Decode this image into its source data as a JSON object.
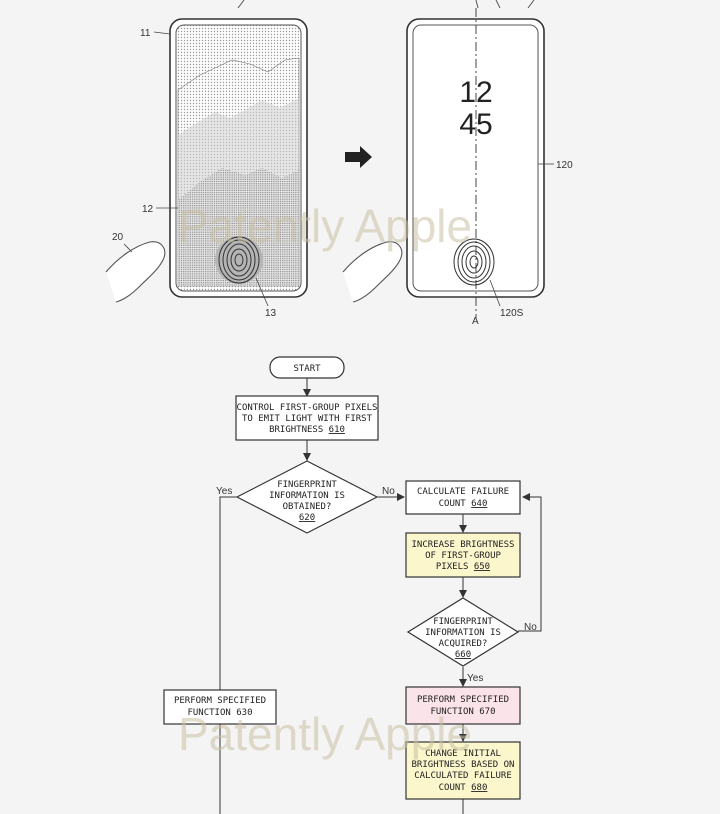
{
  "figure": {
    "left_phone": {
      "refs": {
        "device": "11",
        "screen": "12",
        "sensor": "13",
        "finger": "20"
      }
    },
    "right_phone": {
      "clock": {
        "hour": "12",
        "minute": "45"
      },
      "refs": {
        "screen": "120",
        "sensor": "120S",
        "axis": "A"
      }
    }
  },
  "watermark": "Patently Apple",
  "flowchart": {
    "start": "START",
    "step_610": {
      "lines": [
        "CONTROL FIRST-GROUP PIXELS",
        "TO EMIT LIGHT WITH FIRST"
      ],
      "last": "BRIGHTNESS",
      "ref": "610"
    },
    "decision_620": {
      "lines": [
        "FINGERPRINT",
        "INFORMATION IS",
        "OBTAINED?"
      ],
      "ref": "620"
    },
    "step_640": {
      "line": "CALCULATE FAILURE",
      "last": "COUNT",
      "ref": "640"
    },
    "step_650": {
      "lines": [
        "INCREASE BRIGHTNESS",
        "OF FIRST-GROUP"
      ],
      "last": "PIXELS",
      "ref": "650",
      "fill": "#fbf6cc"
    },
    "decision_660": {
      "lines": [
        "FINGERPRINT",
        "INFORMATION IS",
        "ACQUIRED?"
      ],
      "ref": "660"
    },
    "step_630": {
      "line": "PERFORM SPECIFIED",
      "last": "FUNCTION",
      "ref": "630"
    },
    "step_670": {
      "line": "PERFORM SPECIFIED",
      "last": "FUNCTION",
      "ref": "670",
      "fill": "#fbe3ea"
    },
    "step_680": {
      "lines": [
        "CHANGE INITIAL",
        "BRIGHTNESS BASED ON",
        "CALCULATED FAILURE"
      ],
      "last": "COUNT",
      "ref": "680",
      "fill": "#fbf6cc"
    },
    "labels": {
      "yes": "Yes",
      "no": "No"
    }
  }
}
